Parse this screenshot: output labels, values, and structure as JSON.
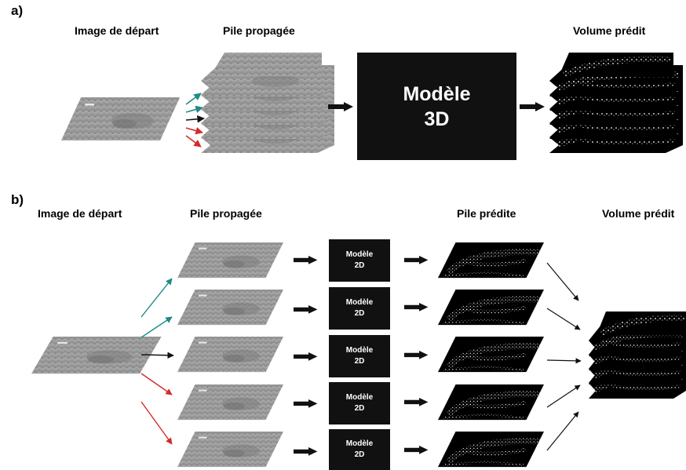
{
  "panels": {
    "a": {
      "letter": "a)",
      "labels": {
        "start": "Image de départ",
        "propagated": "Pile propagée",
        "volume": "Volume prédit"
      },
      "model": {
        "line1": "Modèle",
        "line2": "3D"
      }
    },
    "b": {
      "letter": "b)",
      "labels": {
        "start": "Image de départ",
        "propagated": "Pile propagée",
        "predicted_stack": "Pile prédite",
        "volume": "Volume prédit"
      },
      "model": {
        "line1": "Modèle",
        "line2": "2D"
      }
    }
  },
  "colors": {
    "teal_arrow": "#1f8a86",
    "black_arrow": "#111111",
    "red_arrow": "#d42a2a",
    "model_box": "#111111",
    "slice_gray": "#9a9a9a",
    "prediction_bg": "#000000"
  },
  "icons": {
    "slice": "grayscale-phase-image-slice",
    "prediction": "binary-segmentation-slice",
    "flow_arrow": "thick-right-arrow"
  }
}
